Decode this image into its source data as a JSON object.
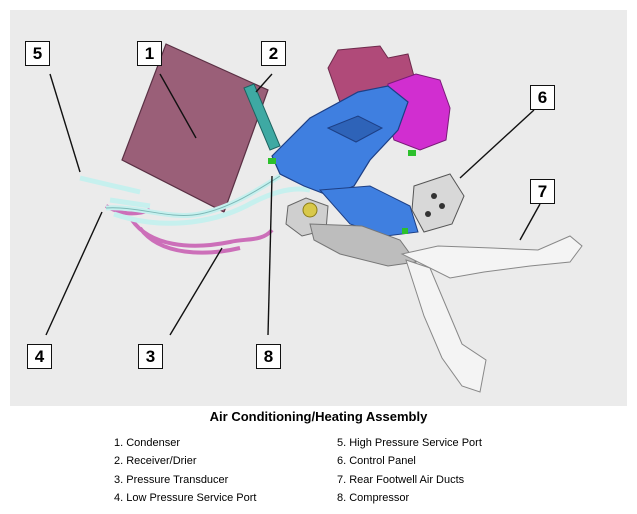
{
  "figure": {
    "caption": "Air Conditioning/Heating Assembly",
    "callouts": [
      "1",
      "2",
      "3",
      "4",
      "5",
      "6",
      "7",
      "8"
    ],
    "legend": [
      "1.  Condenser",
      "2.  Receiver/Drier",
      "3.  Pressure Transducer",
      "4.  Low Pressure Service Port",
      "5.  High Pressure Service Port",
      "6.  Control Panel",
      "7.  Rear Footwell Air Ducts",
      "8.  Compressor"
    ]
  },
  "colors": {
    "background": "#ebebeb",
    "condenser": "#9a5f78",
    "receiver_drier": "#3ea9a3",
    "hvac_housing": "#3f7fe0",
    "pipes": "#c6f0ee",
    "heater_lines": "#cc6fb9",
    "blower": "#d12ed0",
    "ducts": "#f4f4f4",
    "bulkhead": "#b04a79",
    "connectors": "#2cc02c"
  }
}
